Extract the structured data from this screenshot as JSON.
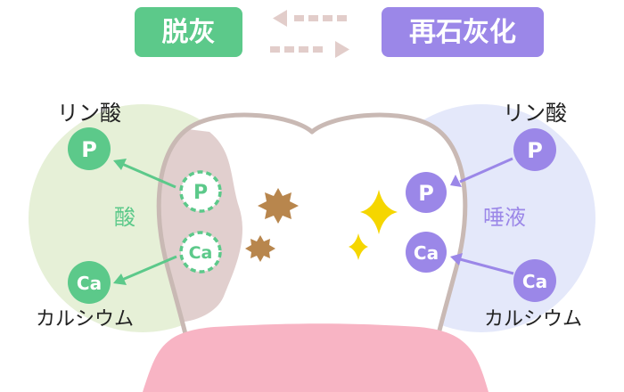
{
  "header": {
    "left_label": "脱灰",
    "right_label": "再石灰化"
  },
  "left": {
    "phosphate_label": "リン酸",
    "calcium_label": "カルシウム",
    "acid_label": "酸",
    "p_symbol": "P",
    "ca_symbol": "Ca"
  },
  "right": {
    "phosphate_label": "リン酸",
    "calcium_label": "カルシウム",
    "saliva_label": "唾液",
    "p_symbol": "P",
    "ca_symbol": "Ca"
  },
  "colors": {
    "demineralization": "#5cc98a",
    "remineralization": "#9b87e8",
    "acid_zone": "#e6f0d7",
    "saliva_zone": "#e4e8fa",
    "tooth_outline": "#c9b9b4",
    "decay": "#b8864d",
    "sparkle": "#f5d600",
    "gum": "#f8b4c4"
  }
}
